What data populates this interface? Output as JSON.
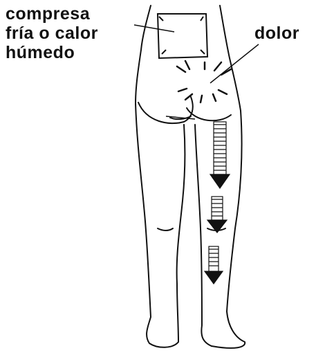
{
  "labels": {
    "compress_lines": [
      "compresa",
      "fría o calor",
      "húmedo"
    ],
    "pain": "dolor"
  },
  "colors": {
    "ink": "#111111",
    "paper": "#ffffff"
  },
  "icons": [
    "compress-pad-icon",
    "pain-radiation-icon",
    "downward-pain-arrow-icon"
  ]
}
